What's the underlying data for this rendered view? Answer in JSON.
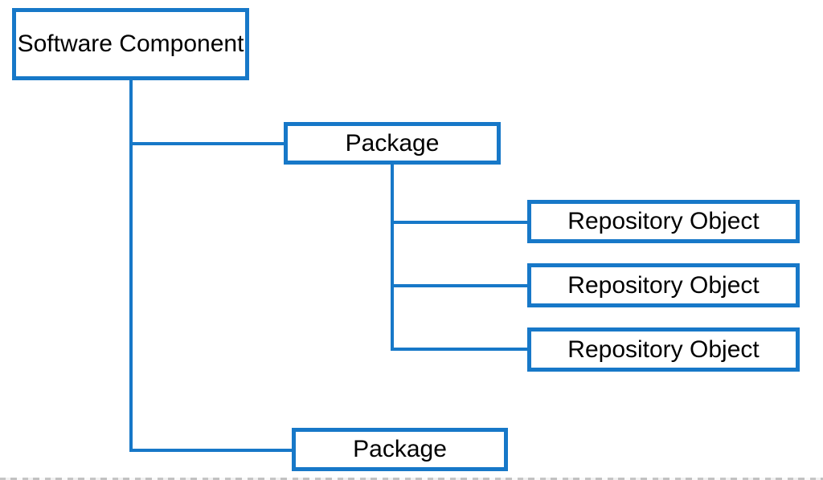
{
  "diagram": {
    "type": "hierarchy",
    "colors": {
      "line": "#1778C8",
      "box_border": "#1778C8",
      "box_fill": "#FFFFFF",
      "text": "#000000"
    },
    "nodes": [
      {
        "id": "software-component",
        "label": "Software Component"
      },
      {
        "id": "package-top",
        "label": "Package"
      },
      {
        "id": "repository-object-1",
        "label": "Repository Object"
      },
      {
        "id": "repository-object-2",
        "label": "Repository Object"
      },
      {
        "id": "repository-object-3",
        "label": "Repository Object"
      },
      {
        "id": "package-bottom",
        "label": "Package"
      }
    ],
    "edges": [
      {
        "from": "software-component",
        "to": "package-top"
      },
      {
        "from": "software-component",
        "to": "package-bottom"
      },
      {
        "from": "package-top",
        "to": "repository-object-1"
      },
      {
        "from": "package-top",
        "to": "repository-object-2"
      },
      {
        "from": "package-top",
        "to": "repository-object-3"
      }
    ]
  }
}
